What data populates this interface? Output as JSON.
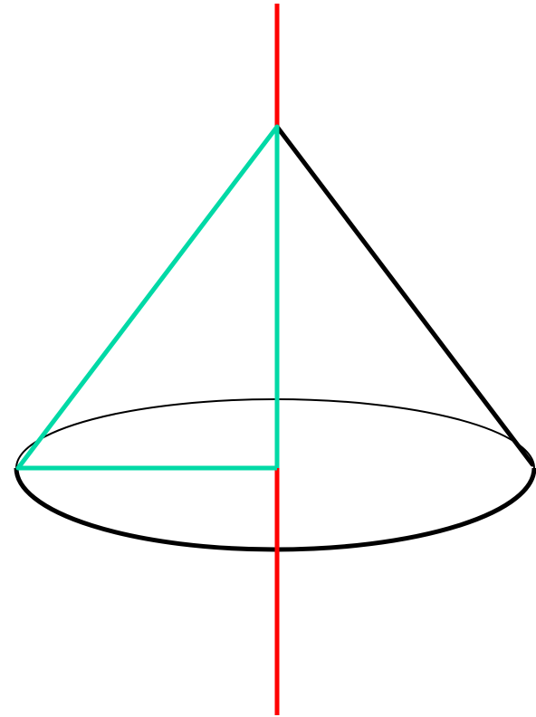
{
  "diagram": {
    "subject": "cone",
    "elements": [
      "axis-of-rotation",
      "base-ellipse-back",
      "base-ellipse-front",
      "slant-edge-right",
      "generating-triangle-hypotenuse",
      "generating-triangle-height",
      "generating-triangle-radius"
    ]
  },
  "colors": {
    "background": "#ffffff",
    "axis": "#ff0000",
    "outline": "#000000",
    "generating_triangle": "#00d9a6"
  }
}
